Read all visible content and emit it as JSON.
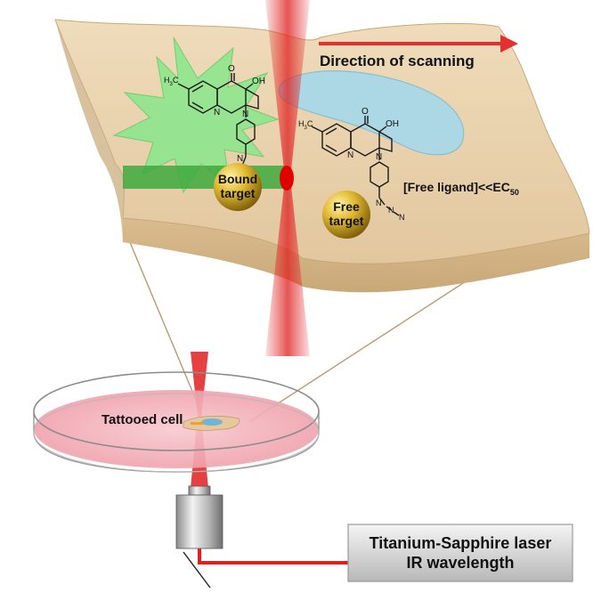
{
  "labels": {
    "direction": "Direction of scanning",
    "free_ligand_text": "[Free ligand]<<EC",
    "free_ligand_sub": "50",
    "tattooed_cell": "Tattooed cell",
    "laser_line1": "Titanium-Sapphire laser",
    "laser_line2": "IR wavelength"
  },
  "targets": {
    "bound": {
      "line1": "Bound",
      "line2": "target"
    },
    "free": {
      "line1": "Free",
      "line2": "target"
    }
  },
  "molecule": {
    "methyl": "H",
    "methyl_sub": "3",
    "methyl_c": "C",
    "oxygen": "O",
    "hydroxyl": "OH",
    "nitrogen": "N"
  },
  "colors": {
    "laser_red": "#e02020",
    "arrow_red": "#e53030",
    "cell_tan": "#e6cfa8",
    "green_highlight": "#7ee07e",
    "nucleus_blue": "#9fd3e6",
    "dish_pink": "#f2a8b3"
  }
}
